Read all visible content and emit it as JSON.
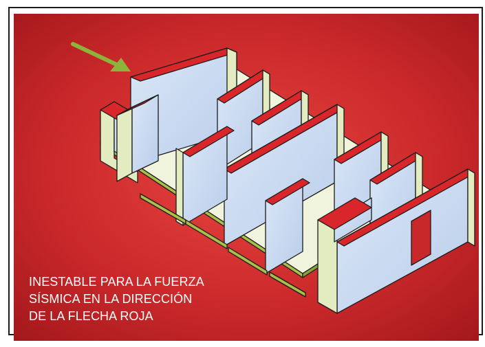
{
  "caption": {
    "lines": [
      "INESTABLE PARA LA FUERZA",
      "SÍSMICA EN LA DIRECCIÓN",
      "DE LA FLECHA ROJA"
    ]
  },
  "colors": {
    "background_inner": "#e8443f",
    "background_outer": "#a3181b",
    "wall_face": "#c8dbf2",
    "wall_top": "#d9262b",
    "wall_end": "#e3ecc0",
    "floor_edge": "#a9bf4a",
    "arrow": "#8db33c",
    "text": "#ffffff"
  },
  "icons": {
    "arrow": "arrow-icon"
  }
}
